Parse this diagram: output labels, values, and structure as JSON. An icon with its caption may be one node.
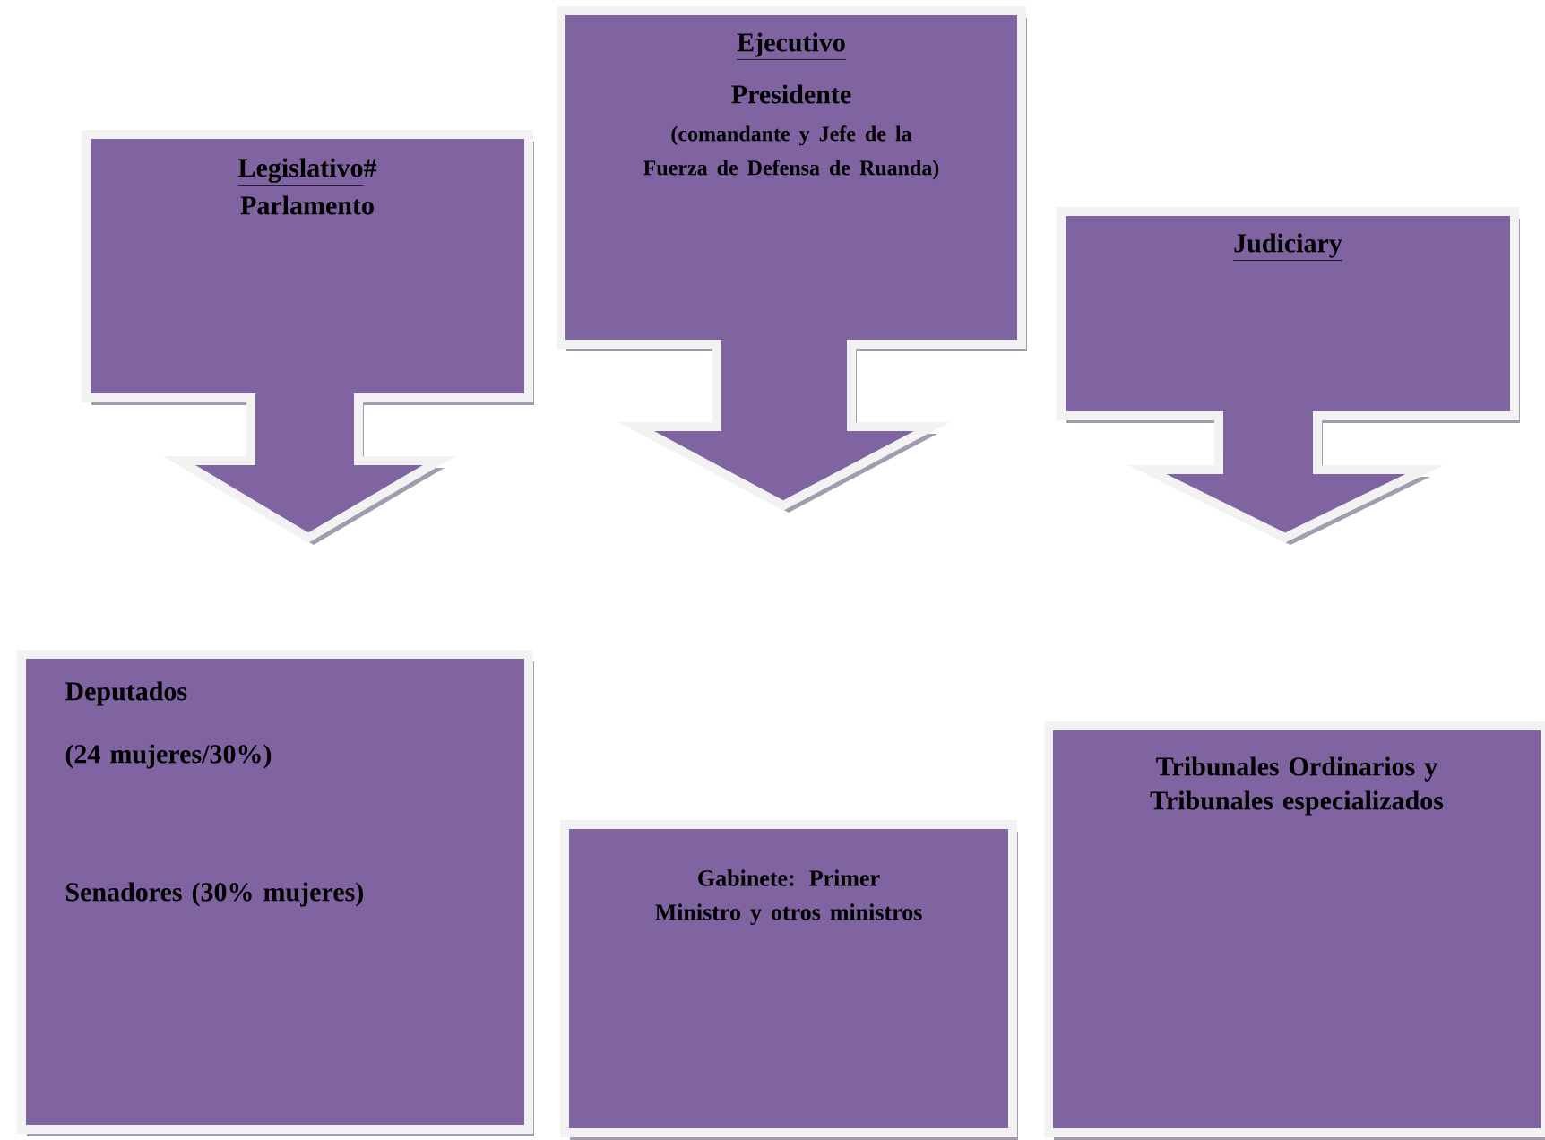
{
  "diagram": {
    "nodes": [
      {
        "text": [
          "Legislativo",
          "#",
          "Parlamento"
        ]
      },
      {
        "text": [
          "Ejecutivo",
          "Presidente",
          "(comandante y Jefe de la Fuerza de Defensa de Ruanda)"
        ]
      },
      {
        "text": [
          "Judiciary"
        ]
      },
      {
        "text": [
          "Deputados",
          "(24 mujeres/30%)",
          "Senadores (30% mujeres)"
        ]
      },
      {
        "text": [
          "Gabinete: Primer Ministro y otros ministros"
        ]
      },
      {
        "text": [
          "Tribunales Ordinarios y Tribunales especializados"
        ]
      }
    ]
  }
}
